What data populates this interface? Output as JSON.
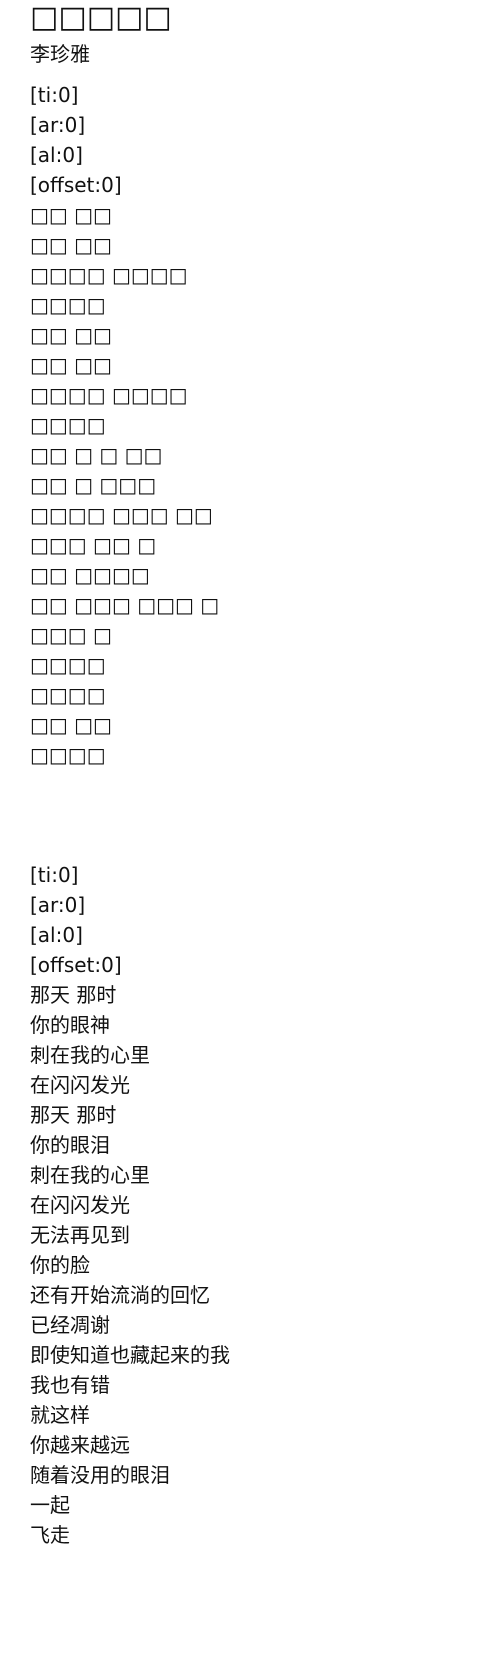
{
  "song": {
    "title": "□□□□□",
    "artist": "李珍雅"
  },
  "lyrics_original": [
    "[ti:0]",
    "[ar:0]",
    "[al:0]",
    "[offset:0]",
    "□□ □□",
    "□□ □□",
    "□□□□ □□□□",
    "□□□□",
    "□□ □□",
    "□□ □□",
    "□□□□ □□□□",
    "□□□□",
    "□□ □ □ □□",
    "□□ □ □□□",
    "□□□□ □□□ □□",
    "□□□ □□ □",
    "□□ □□□□",
    "□□ □□□ □□□ □",
    "□□□ □",
    "□□□□",
    "□□□□",
    "□□ □□",
    "□□□□"
  ],
  "lyrics_translation": [
    "[ti:0]",
    "[ar:0]",
    "[al:0]",
    "[offset:0]",
    "那天 那时",
    "你的眼神",
    "刺在我的心里",
    "在闪闪发光",
    "那天 那时",
    "你的眼泪",
    "刺在我的心里",
    "在闪闪发光",
    "无法再见到",
    "你的脸",
    "还有开始流淌的回忆",
    "已经凋谢",
    "即使知道也藏起来的我",
    "我也有错",
    "就这样",
    "你越来越远",
    "随着没用的眼泪",
    "一起",
    "飞走"
  ]
}
